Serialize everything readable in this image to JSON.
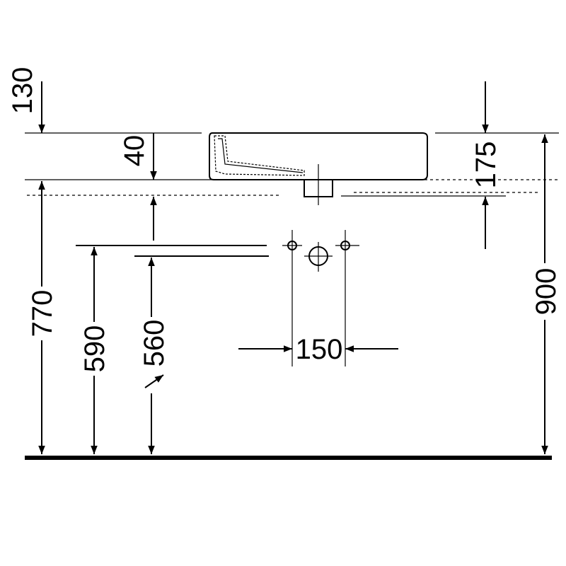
{
  "drawing": {
    "dimensions": {
      "d130": "130",
      "d40": "40",
      "d175": "175",
      "d770": "770",
      "d590": "590",
      "d560": "560",
      "d150": "150",
      "d900": "900"
    },
    "colors": {
      "line": "#000000",
      "background": "#ffffff"
    }
  }
}
